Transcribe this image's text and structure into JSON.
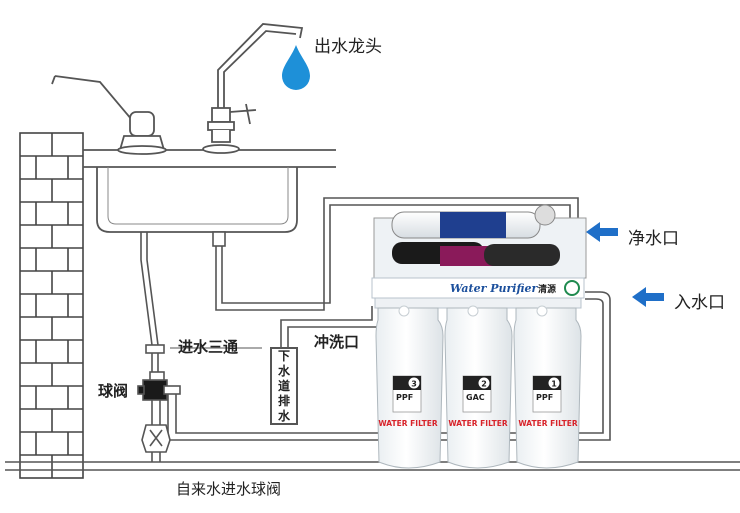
{
  "labels": {
    "faucet": "出水龙头",
    "pure_outlet": "净水口",
    "inlet": "入水口",
    "flush_port": "冲洗口",
    "drain": [
      "下",
      "水",
      "道",
      "排",
      "水"
    ],
    "tee": "进水三通",
    "ball_valve": "球阀",
    "supply_valve": "自来水进水球阀"
  },
  "product": {
    "banner": "Water Purifier",
    "brand": "清源",
    "filters": [
      {
        "code": "PPF",
        "number": "3",
        "caption": "WATER FILTER"
      },
      {
        "code": "GAC",
        "number": "2",
        "caption": "WATER FILTER"
      },
      {
        "code": "PPF",
        "number": "1",
        "caption": "WATER FILTER"
      }
    ]
  },
  "colors": {
    "line": "#555555",
    "wall": "#444444",
    "water_drop": "#1e90d8",
    "arrow": "#1f6fc8",
    "banner_text": "#1b4f9c",
    "filter_label": "#d8232a"
  }
}
